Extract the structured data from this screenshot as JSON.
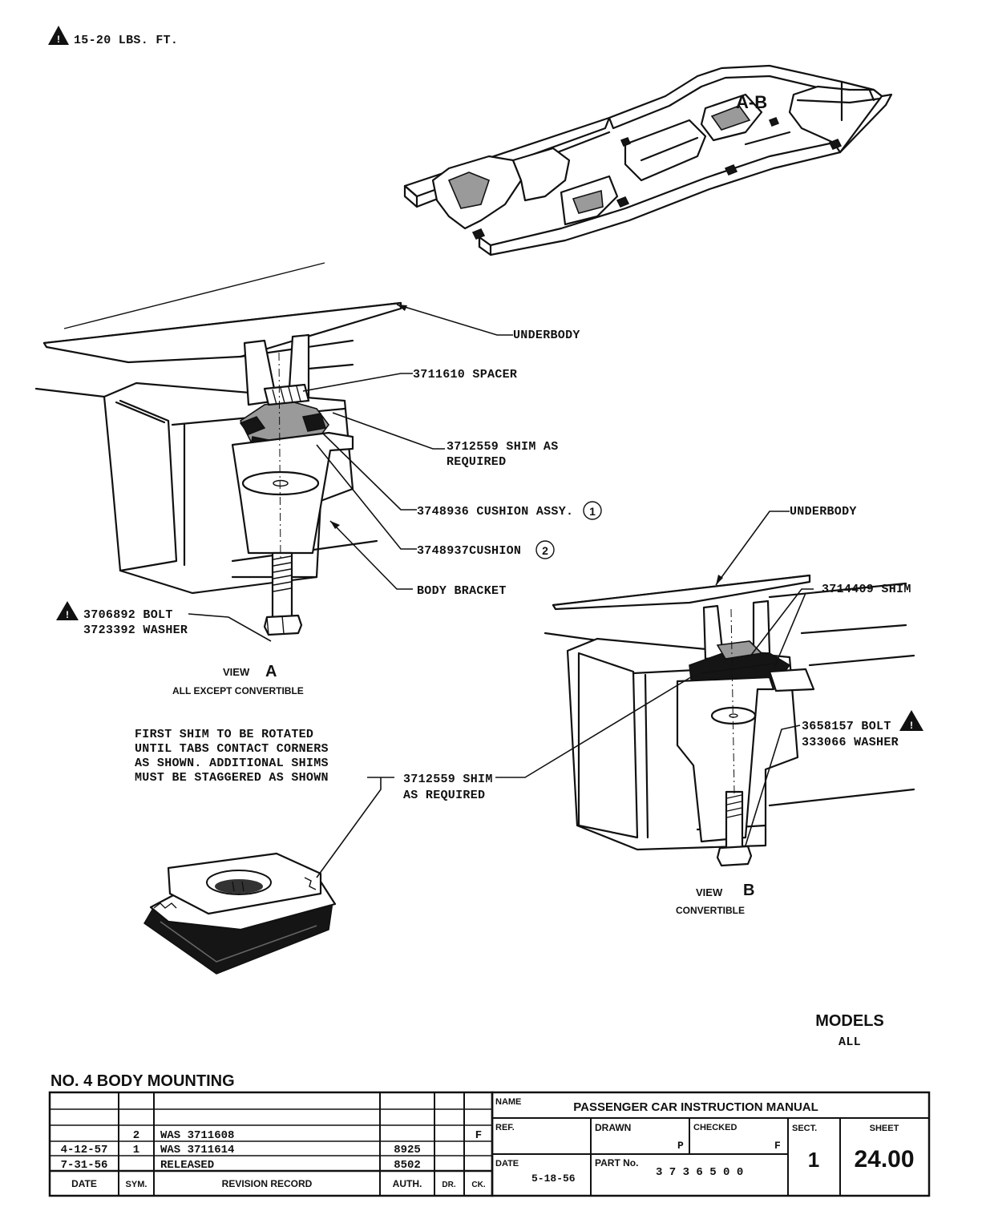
{
  "torque_note": "15-20 LBS. FT.",
  "frame_view_label": "A-B",
  "view_a": {
    "underbody": "UNDERBODY",
    "spacer": "3711610 SPACER",
    "shim_line1": "3712559 SHIM AS",
    "shim_line2": "REQUIRED",
    "cushion_assy": "3748936 CUSHION ASSY.",
    "cushion_assy_ref": "1",
    "cushion": "3748937CUSHION",
    "cushion_ref": "2",
    "body_bracket": "BODY BRACKET",
    "bolt": "3706892 BOLT",
    "washer": "3723392 WASHER",
    "view_word": "VIEW",
    "view_letter": "A",
    "caption": "ALL EXCEPT CONVERTIBLE"
  },
  "view_b": {
    "underbody": "UNDERBODY",
    "shim": "3714409 SHIM",
    "bolt": "3658157 BOLT",
    "washer": "333066  WASHER",
    "view_word": "VIEW",
    "view_letter": "B",
    "caption": "CONVERTIBLE"
  },
  "shim_note": [
    "FIRST SHIM TO BE ROTATED",
    "UNTIL TABS CONTACT CORNERS",
    "AS SHOWN. ADDITIONAL SHIMS",
    "MUST BE STAGGERED AS SHOWN"
  ],
  "shim_callout": [
    "3712559 SHIM",
    "AS REQUIRED"
  ],
  "models": {
    "title": "MODELS",
    "value": "ALL"
  },
  "sheet_title": "NO. 4 BODY MOUNTING",
  "title_block": {
    "name_label": "NAME",
    "name_value": "PASSENGER CAR INSTRUCTION MANUAL",
    "ref_label": "REF.",
    "drawn_label": "DRAWN",
    "drawn_value": "P",
    "checked_label": "CHECKED",
    "checked_value": "F",
    "sect_label": "SECT.",
    "sect_value": "1",
    "sheet_label": "SHEET",
    "sheet_value": "24.00",
    "date_label": "DATE",
    "date_value": "5-18-56",
    "part_label": "PART No.",
    "part_value": "3 7 3 6 5 0 0"
  },
  "revisions": {
    "headers": [
      "DATE",
      "SYM.",
      "REVISION RECORD",
      "AUTH.",
      "DR.",
      "CK."
    ],
    "rows": [
      {
        "date": "",
        "sym": "2",
        "record": "WAS 3711608",
        "auth": "",
        "dr": "",
        "ck": "F"
      },
      {
        "date": "4-12-57",
        "sym": "1",
        "record": "WAS 3711614",
        "auth": "8925",
        "dr": "",
        "ck": ""
      },
      {
        "date": "7-31-56",
        "sym": "",
        "record": "RELEASED",
        "auth": "8502",
        "dr": "",
        "ck": ""
      }
    ]
  }
}
